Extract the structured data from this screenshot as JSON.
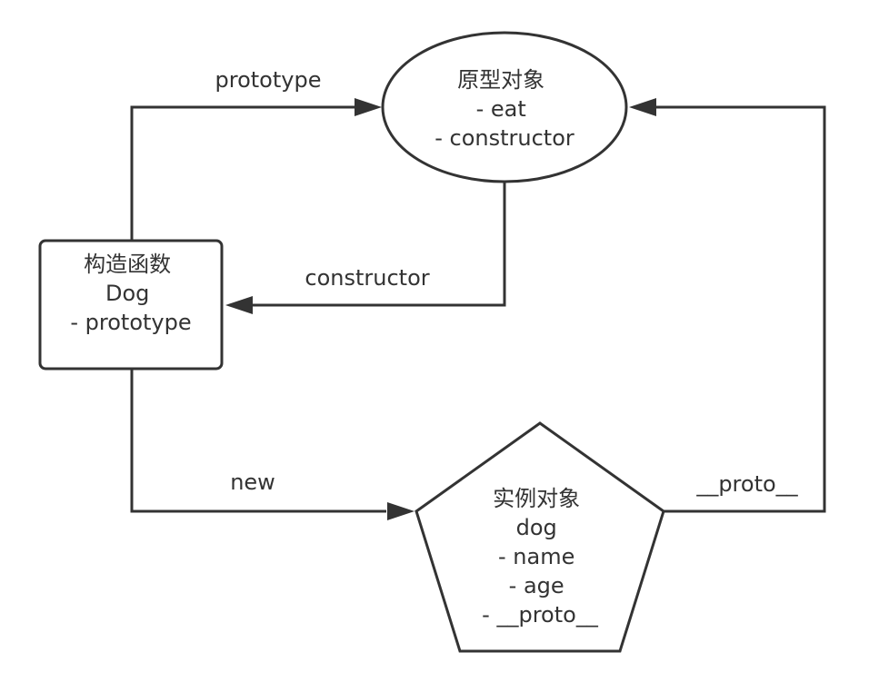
{
  "nodes": {
    "prototype_object": {
      "lines": [
        "原型对象",
        "- eat",
        "- constructor"
      ]
    },
    "constructor_function": {
      "lines": [
        "构造函数",
        "Dog",
        "- prototype"
      ]
    },
    "instance_object": {
      "lines": [
        "实例对象",
        "dog",
        "- name",
        "- age",
        "- __proto__"
      ]
    }
  },
  "edges": {
    "prototype": {
      "label": "prototype"
    },
    "constructor": {
      "label": "constructor"
    },
    "new": {
      "label": "new"
    },
    "proto": {
      "label": "__proto__"
    }
  },
  "colors": {
    "stroke": "#333333",
    "text": "#333333",
    "background": "#ffffff"
  }
}
